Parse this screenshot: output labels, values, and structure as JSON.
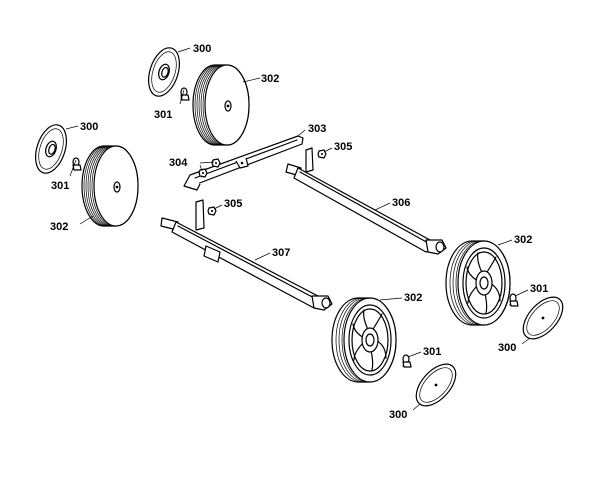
{
  "callouts": [
    {
      "id": "c300a",
      "text": "300"
    },
    {
      "id": "c301a",
      "text": "301"
    },
    {
      "id": "c302a",
      "text": "302"
    },
    {
      "id": "c300b",
      "text": "300"
    },
    {
      "id": "c301b",
      "text": "301"
    },
    {
      "id": "c302b",
      "text": "302"
    },
    {
      "id": "c303",
      "text": "303"
    },
    {
      "id": "c304",
      "text": "304"
    },
    {
      "id": "c305a",
      "text": "305"
    },
    {
      "id": "c305b",
      "text": "305"
    },
    {
      "id": "c306",
      "text": "306"
    },
    {
      "id": "c307",
      "text": "307"
    },
    {
      "id": "c302c",
      "text": "302"
    },
    {
      "id": "c302d",
      "text": "302"
    },
    {
      "id": "c301c",
      "text": "301"
    },
    {
      "id": "c300c",
      "text": "300"
    },
    {
      "id": "c301d",
      "text": "301"
    },
    {
      "id": "c300d",
      "text": "300"
    }
  ]
}
